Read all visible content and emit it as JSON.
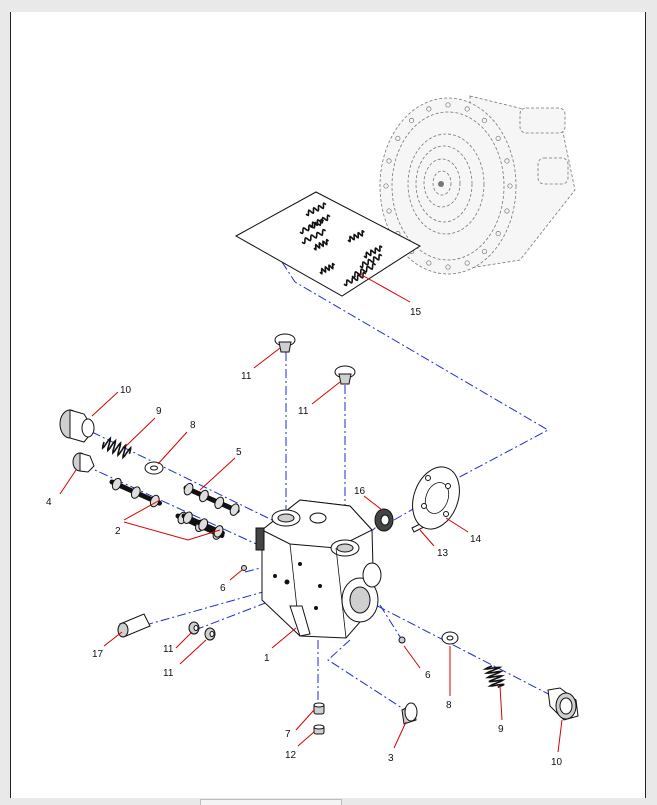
{
  "drawing": {
    "callouts": [
      {
        "id": "c15",
        "text": "15"
      },
      {
        "id": "c11a",
        "text": "11"
      },
      {
        "id": "c11b",
        "text": "11"
      },
      {
        "id": "c10a",
        "text": "10"
      },
      {
        "id": "c9a",
        "text": "9"
      },
      {
        "id": "c8a",
        "text": "8"
      },
      {
        "id": "c5",
        "text": "5"
      },
      {
        "id": "c4",
        "text": "4"
      },
      {
        "id": "c2",
        "text": "2"
      },
      {
        "id": "c16",
        "text": "16"
      },
      {
        "id": "c14",
        "text": "14"
      },
      {
        "id": "c13",
        "text": "13"
      },
      {
        "id": "c6a",
        "text": "6"
      },
      {
        "id": "c6b",
        "text": "6"
      },
      {
        "id": "c17",
        "text": "17"
      },
      {
        "id": "c11c",
        "text": "11"
      },
      {
        "id": "c11d",
        "text": "11"
      },
      {
        "id": "c1",
        "text": "1"
      },
      {
        "id": "c8b",
        "text": "8"
      },
      {
        "id": "c9b",
        "text": "9"
      },
      {
        "id": "c7",
        "text": "7"
      },
      {
        "id": "c12",
        "text": "12"
      },
      {
        "id": "c3",
        "text": "3"
      },
      {
        "id": "c10b",
        "text": "10"
      }
    ]
  },
  "colors": {
    "leader": "#d80000",
    "flow_line": "#1c2bd4",
    "outline": "#111111"
  }
}
